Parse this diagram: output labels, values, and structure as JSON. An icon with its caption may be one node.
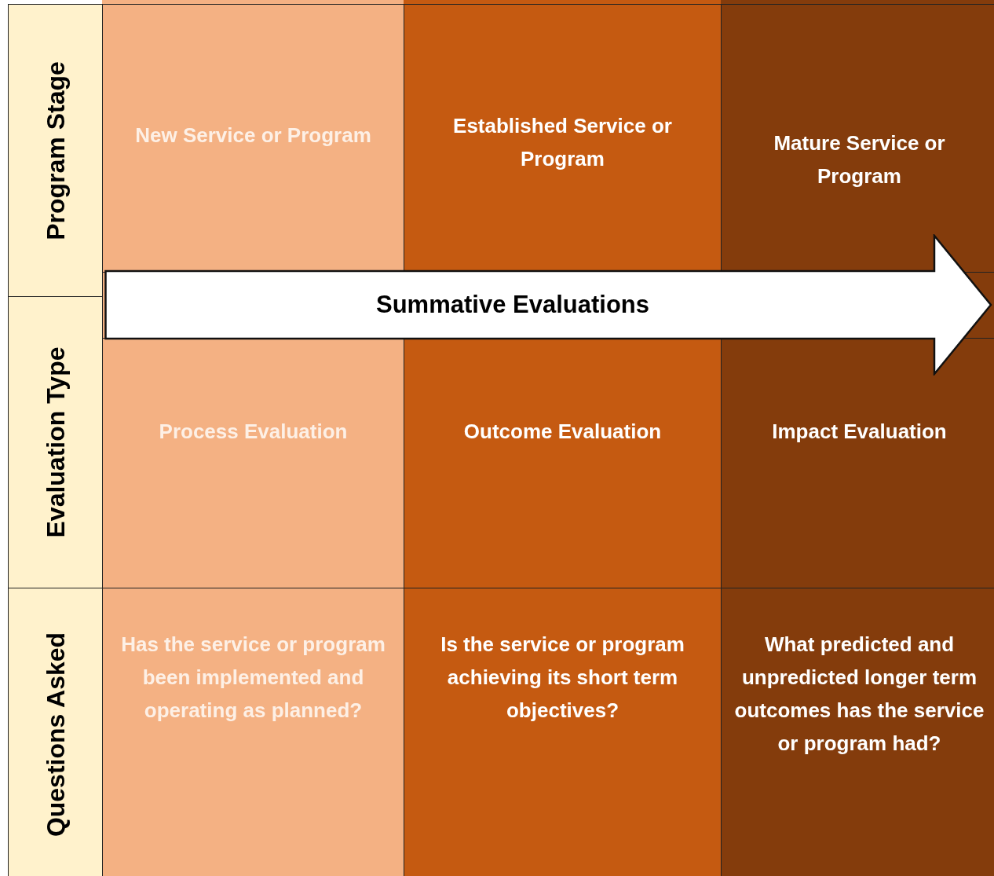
{
  "diagram": {
    "nodes": [
      {
        "text": [
          "Program Stage"
        ]
      },
      {
        "text": [
          "Evaluation Type"
        ]
      },
      {
        "text": [
          "Questions Asked"
        ]
      },
      {
        "text": [
          "New Service or Program"
        ]
      },
      {
        "text": [
          "Established Service or Program"
        ]
      },
      {
        "text": [
          "Mature Service or Program"
        ]
      },
      {
        "text": [
          "Process Evaluation"
        ]
      },
      {
        "text": [
          "Outcome Evaluation"
        ]
      },
      {
        "text": [
          "Impact Evaluation"
        ]
      },
      {
        "text": [
          "Has the service or program been implemented and operating as planned?"
        ]
      },
      {
        "text": [
          "Is the service or program achieving its short term objectives?"
        ]
      },
      {
        "text": [
          "What predicted and unpredicted longer term outcomes has the service or program had?"
        ]
      },
      {
        "text": [
          "Summative Evaluations"
        ]
      }
    ]
  }
}
